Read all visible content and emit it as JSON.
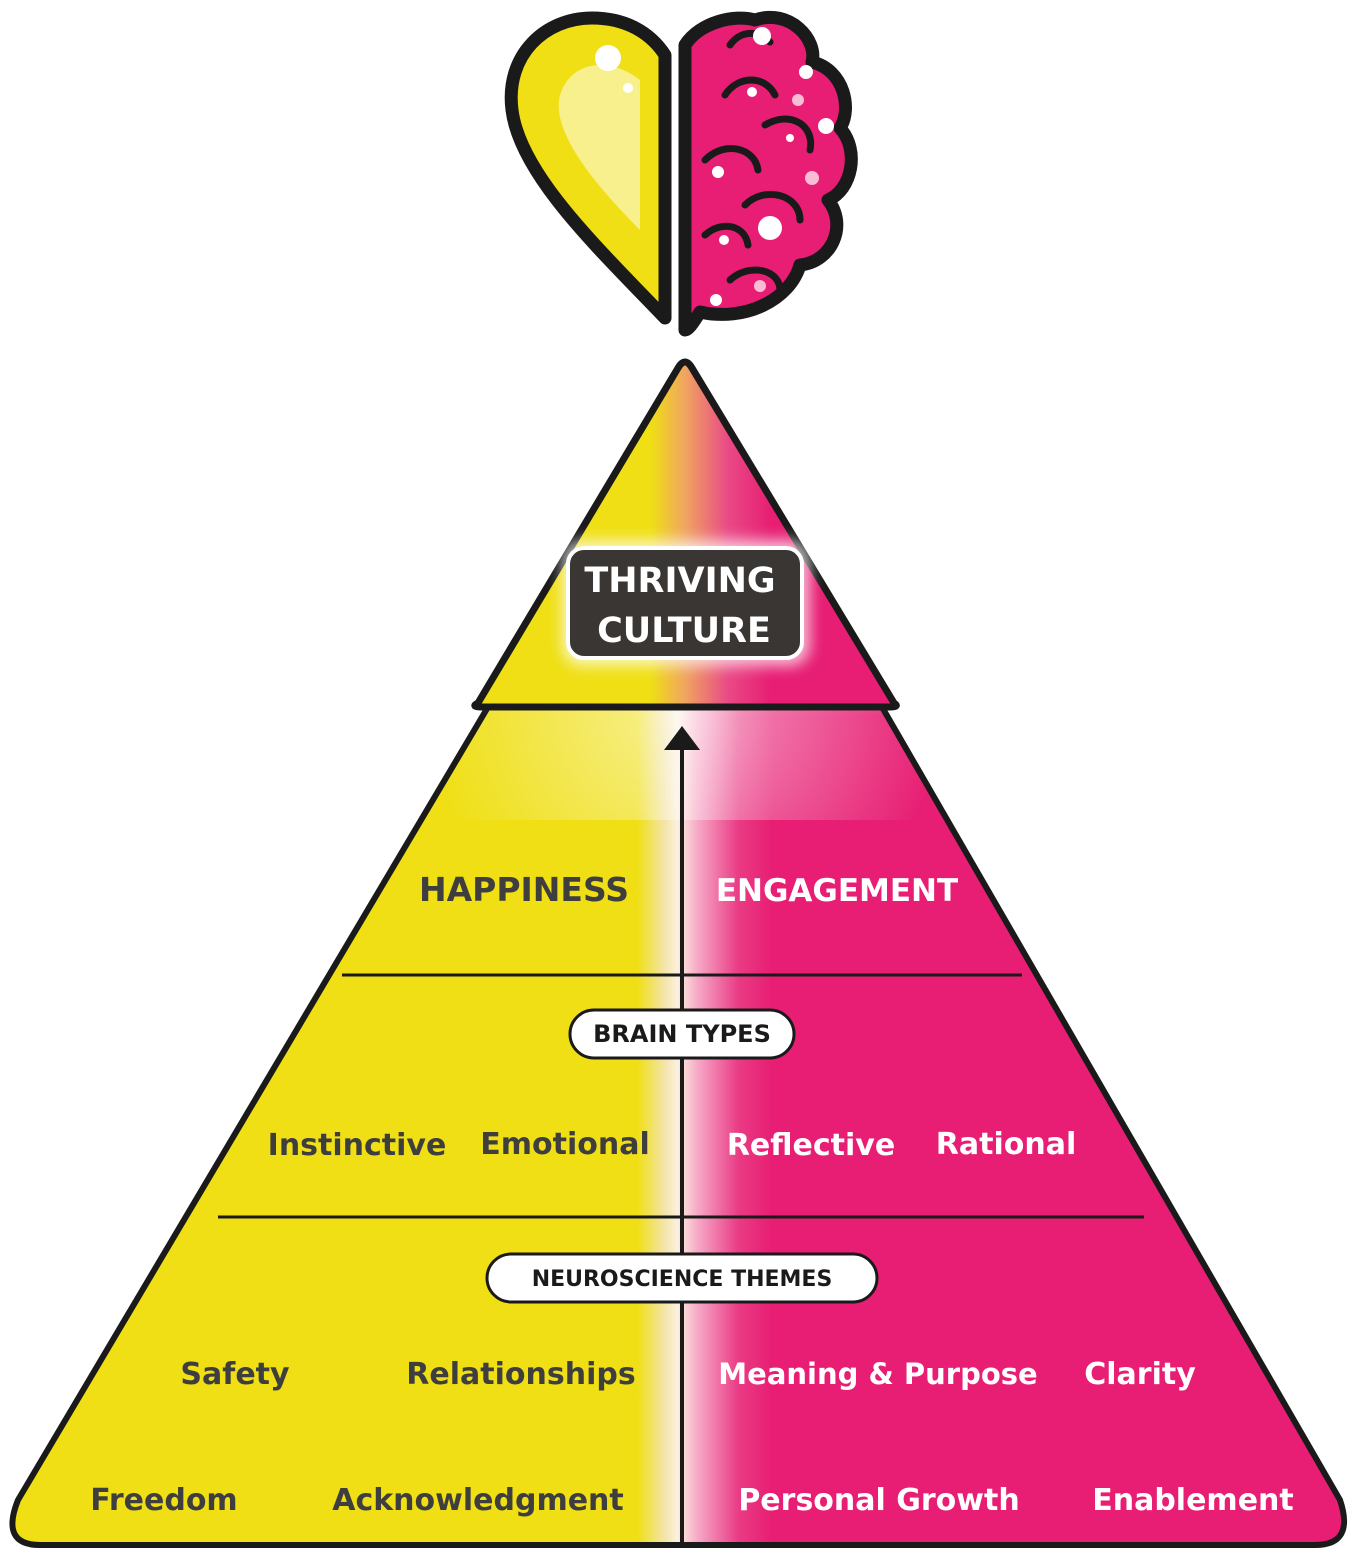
{
  "colors": {
    "yellow": "#efdf14",
    "pink": "#e71e73",
    "outline": "#1a1a1a",
    "dark_text": "#3e3e3e",
    "badge_bg": "#3a3633",
    "white": "#ffffff"
  },
  "logo": {
    "icon": "heart-brain-icon"
  },
  "top": {
    "title_line1": "THRIVING",
    "title_line2": "CULTURE"
  },
  "middle": {
    "left_label": "HAPPINESS",
    "right_label": "ENGAGEMENT"
  },
  "brain_types": {
    "heading": "BRAIN TYPES",
    "left": [
      "Instinctive",
      "Emotional"
    ],
    "right": [
      "Reflective",
      "Rational"
    ]
  },
  "themes": {
    "heading": "NEUROSCIENCE THEMES",
    "row1_left": [
      "Safety",
      "Relationships"
    ],
    "row1_right": [
      "Meaning & Purpose",
      "Clarity"
    ],
    "row2_left": [
      "Freedom",
      "Acknowledgment"
    ],
    "row2_right": [
      "Personal Growth",
      "Enablement"
    ]
  }
}
